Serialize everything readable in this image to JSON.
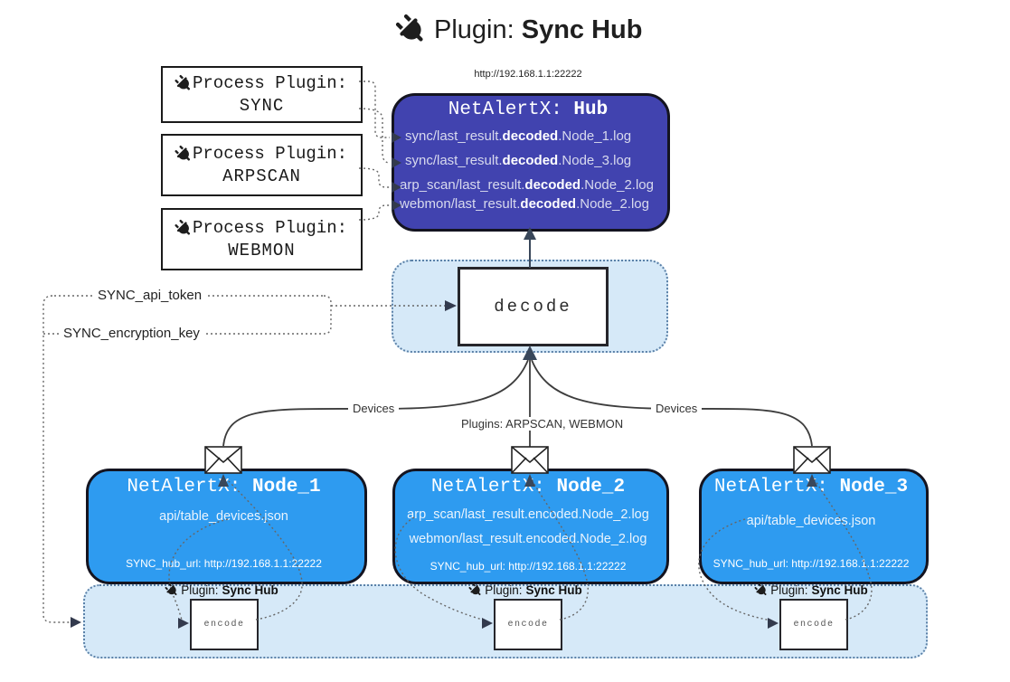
{
  "title": {
    "label": "Plugin:",
    "bold": "Sync Hub"
  },
  "process_plugins": [
    {
      "label": "Process Plugin:",
      "name": "SYNC"
    },
    {
      "label": "Process Plugin:",
      "name": "ARPSCAN"
    },
    {
      "label": "Process Plugin:",
      "name": "WEBMON"
    }
  ],
  "hub": {
    "url": "http://192.168.1.1:22222",
    "name": "NetAlertX: ",
    "name_bold": "Hub",
    "logs": [
      {
        "pre": "sync/last_result.",
        "bold": "decoded",
        "post": ".Node_1.log"
      },
      {
        "pre": "sync/last_result.",
        "bold": "decoded",
        "post": ".Node_3.log"
      },
      {
        "pre": "arp_scan/last_result.",
        "bold": "decoded",
        "post": ".Node_2.log"
      },
      {
        "pre": "webmon/last_result.",
        "bold": "decoded",
        "post": ".Node_2.log"
      }
    ]
  },
  "decode_box": {
    "label": "decode"
  },
  "settings": {
    "api_token": "SYNC_api_token",
    "encryption_key": "SYNC_encryption_key"
  },
  "edge_labels": {
    "left": "Devices",
    "center": "Plugins: ARPSCAN, WEBMON",
    "right": "Devices"
  },
  "nodes": [
    {
      "name": "NetAlertX: ",
      "name_bold": "Node_1",
      "files": [
        "api/table_devices.json"
      ],
      "hub_url": "SYNC_hub_url: http://192.168.1.1:22222"
    },
    {
      "name": "NetAlertX: ",
      "name_bold": "Node_2",
      "files": [
        "arp_scan/last_result.encoded.Node_2.log",
        "webmon/last_result.encoded.Node_2.log"
      ],
      "hub_url": "SYNC_hub_url: http://192.168.1.1:22222"
    },
    {
      "name": "NetAlertX: ",
      "name_bold": "Node_3",
      "files": [
        "api/table_devices.json"
      ],
      "hub_url": "SYNC_hub_url: http://192.168.1.1:22222"
    }
  ],
  "encoders": [
    {
      "label": "Plugin:",
      "bold": "Sync Hub",
      "box": "encode"
    },
    {
      "label": "Plugin:",
      "bold": "Sync Hub",
      "box": "encode"
    },
    {
      "label": "Plugin:",
      "bold": "Sync Hub",
      "box": "encode"
    }
  ],
  "colors": {
    "hub_bg": "#4143af",
    "node_bg": "#2e9bf0",
    "panel_bg": "#d6e9f8",
    "panel_border": "#5b81a8",
    "arrow_dark": "#39475a",
    "line": "#3d3d3d"
  }
}
